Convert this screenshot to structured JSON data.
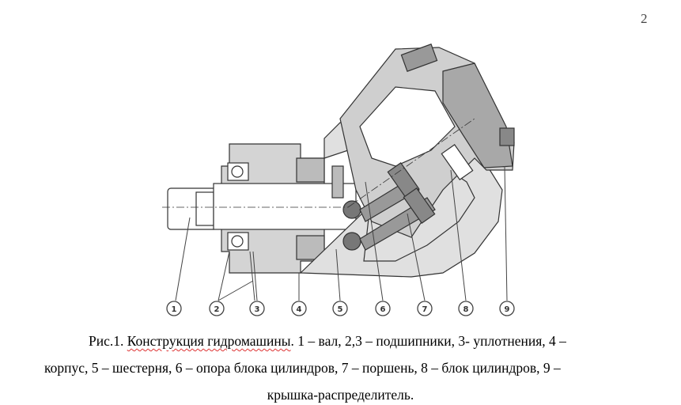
{
  "page_number": "2",
  "figure": {
    "callouts": [
      "1",
      "2",
      "3",
      "4",
      "5",
      "6",
      "7",
      "8",
      "9"
    ]
  },
  "caption": {
    "prefix": "Рис.1. ",
    "misspelled": "Конструкция гидромашины",
    "line1_rest": ". 1 – вал, 2,3 – подшипники, 3- уплотнения, 4 –",
    "line2": "корпус, 5 – шестерня, 6 – опора блока цилиндров, 7 – поршень, 8 – блок цилиндров, 9 –",
    "line3": "крышка-распределитель."
  }
}
